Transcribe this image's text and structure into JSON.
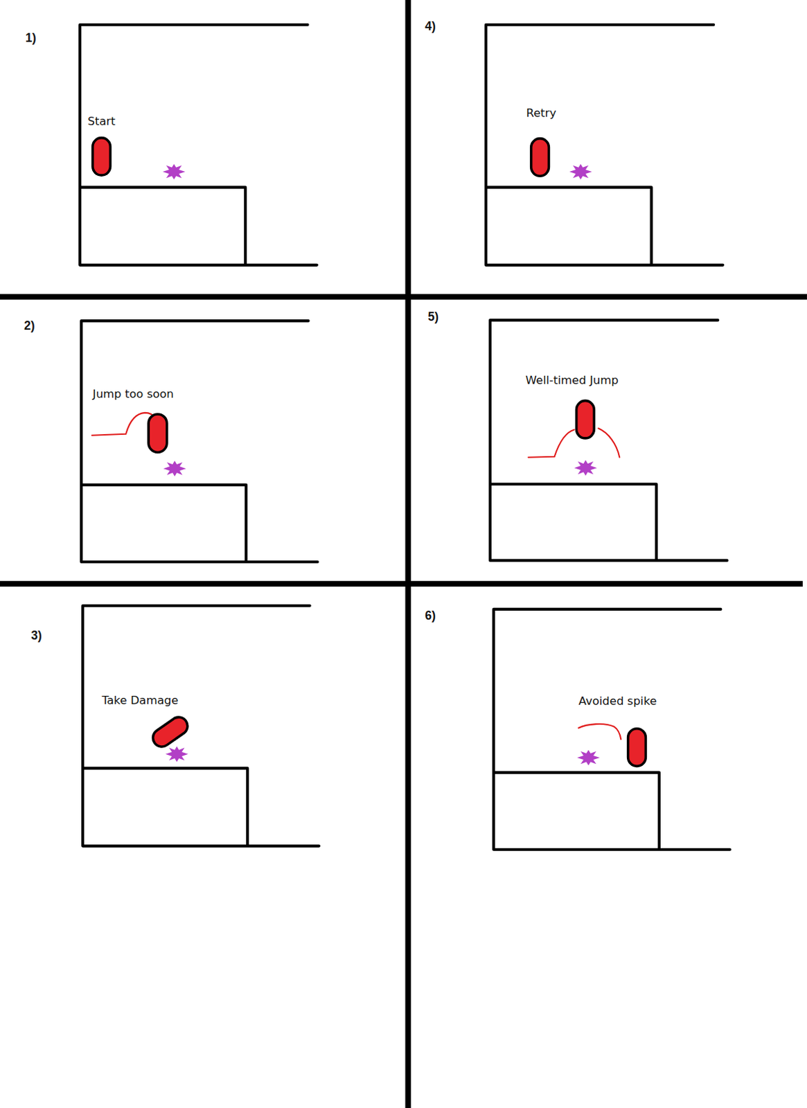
{
  "diagram": {
    "labels": [
      "1)",
      "Start",
      "4)",
      "Retry",
      "2)",
      "Jump too soon",
      "5)",
      "Well-timed Jump",
      "3)",
      "Take Damage",
      "6)",
      "Avoided spike"
    ]
  }
}
